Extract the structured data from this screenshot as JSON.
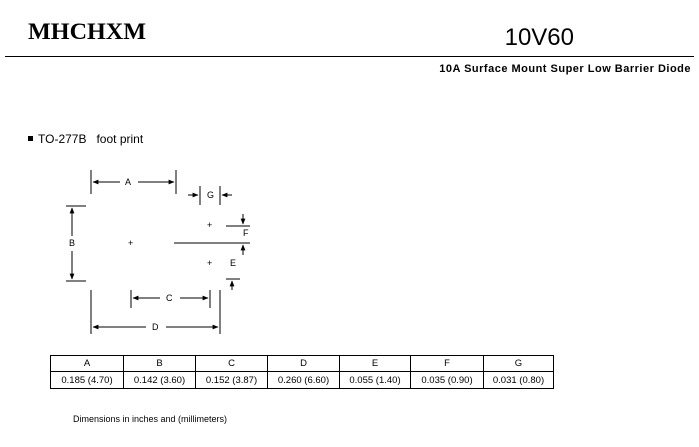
{
  "header": {
    "brand": "MHCHXM",
    "part_number": "10V60",
    "subtitle": "10A Surface Mount Super Low Barrier Diode"
  },
  "section": {
    "title": "TO-277B   foot print"
  },
  "diagram": {
    "labels": {
      "A": "A",
      "B": "B",
      "C": "C",
      "D": "D",
      "E": "E",
      "F": "F",
      "G": "G"
    },
    "plus": "+"
  },
  "table": {
    "headers": [
      "A",
      "B",
      "C",
      "D",
      "E",
      "F",
      "G"
    ],
    "values": [
      "0.185 (4.70)",
      "0.142 (3.60)",
      "0.152 (3.87)",
      "0.260 (6.60)",
      "0.055 (1.40)",
      "0.035 (0.90)",
      "0.031 (0.80)"
    ]
  },
  "note": "Dimensions in inches and (millimeters)"
}
